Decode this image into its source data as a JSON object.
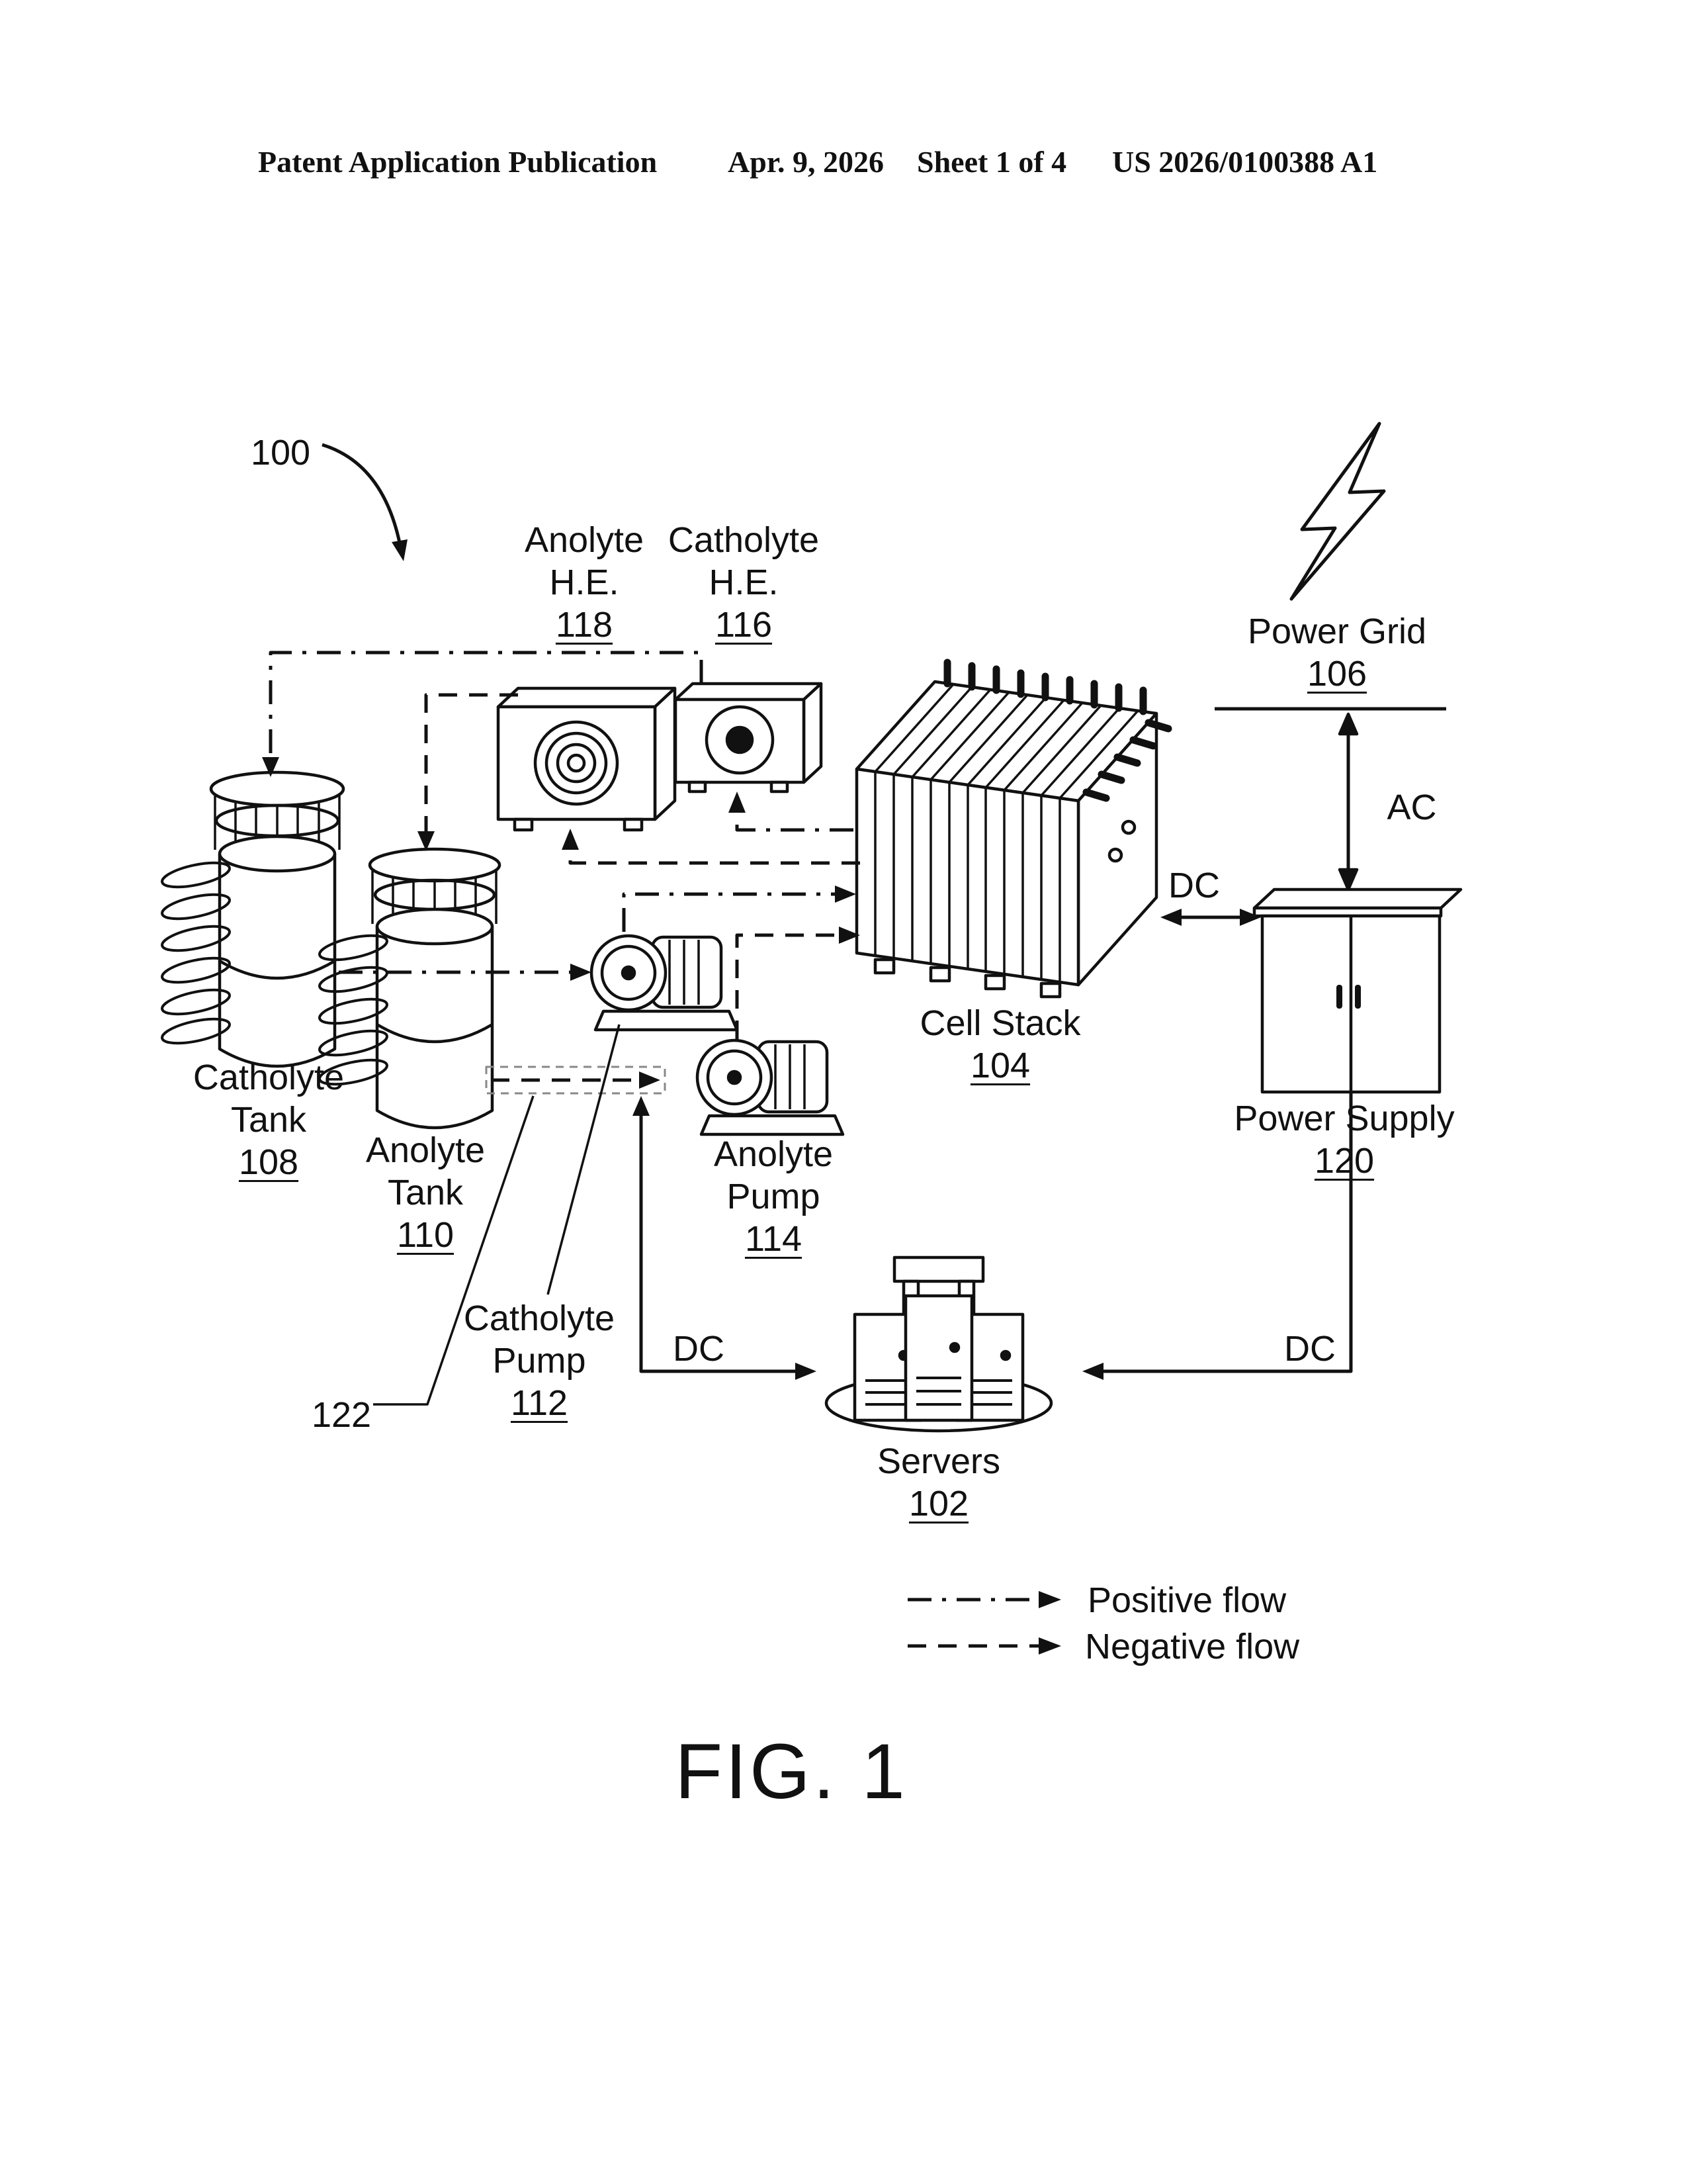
{
  "ink": "#111111",
  "header": {
    "publication": "Patent Application Publication",
    "date": "Apr. 9, 2026",
    "sheet": "Sheet 1 of 4",
    "patent_number": "US 2026/0100388 A1"
  },
  "figure": {
    "caption": "FIG. 1",
    "labels": {
      "system": {
        "ref": "100"
      },
      "anolyte_he": {
        "lines": "Anolyte\nH.E.",
        "ref": "118"
      },
      "catholyte_he": {
        "lines": "Catholyte\nH.E.",
        "ref": "116"
      },
      "power_grid": {
        "lines": "Power Grid",
        "ref": "106"
      },
      "cell_stack": {
        "lines": "Cell Stack",
        "ref": "104"
      },
      "power_supply": {
        "lines": "Power Supply",
        "ref": "120"
      },
      "catholyte_tank": {
        "lines": "Catholyte\nTank",
        "ref": "108"
      },
      "anolyte_tank": {
        "lines": "Anolyte\nTank",
        "ref": "110"
      },
      "anolyte_pump": {
        "lines": "Anolyte\nPump",
        "ref": "114"
      },
      "catholyte_pump": {
        "lines": "Catholyte\nPump",
        "ref": "112"
      },
      "servers": {
        "lines": "Servers",
        "ref": "102"
      },
      "pipe": {
        "ref": "122"
      }
    },
    "annotations": {
      "ac": "AC",
      "dc": "DC"
    },
    "legend": {
      "positive": "Positive flow",
      "negative": "Negative flow"
    }
  }
}
